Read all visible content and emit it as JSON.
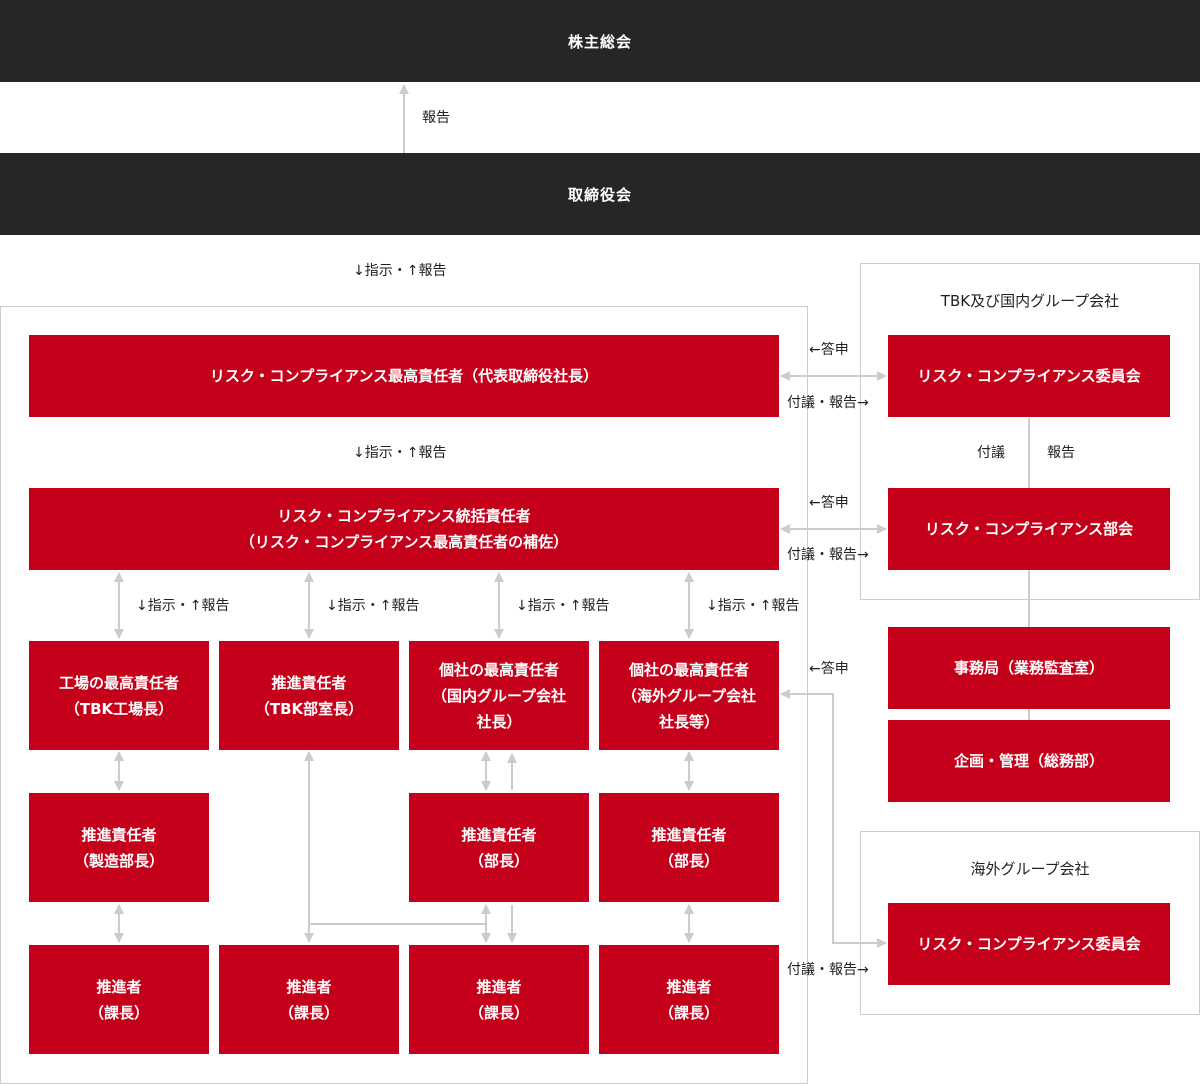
{
  "top_bars": {
    "shareholders": "株主総会",
    "board": "取締役会"
  },
  "groups": {
    "domestic_title": "TBK及び国内グループ会社",
    "overseas_title": "海外グループ会社"
  },
  "boxes": {
    "cco": "リスク・コンプライアンス最高責任者（代表取締役社長）",
    "general_manager_line1": "リスク・コンプライアンス統括責任者",
    "general_manager_line2": "（リスク・コンプライアンス最高責任者の補佐）",
    "committee": "リスク・コンプライアンス委員会",
    "subcommittee": "リスク・コンプライアンス部会",
    "secretariat": "事務局（業務監査室）",
    "planning": "企画・管理（総務部）",
    "overseas_committee": "リスク・コンプライアンス委員会",
    "factory_head_line1": "工場の最高責任者",
    "factory_head_line2": "（TBK工場長）",
    "promoter_tbk_line1": "推進責任者",
    "promoter_tbk_line2": "（TBK部室長）",
    "domestic_head_line1": "個社の最高責任者",
    "domestic_head_line2": "（国内グループ会社",
    "domestic_head_line3": "社長）",
    "overseas_head_line1": "個社の最高責任者",
    "overseas_head_line2": "（海外グループ会社",
    "overseas_head_line3": "社長等）",
    "promoter_mfg_line1": "推進責任者",
    "promoter_mfg_line2": "（製造部長）",
    "promoter_dept_a_line1": "推進責任者",
    "promoter_dept_a_line2": "（部長）",
    "promoter_dept_b_line1": "推進責任者",
    "promoter_dept_b_line2": "（部長）",
    "agent_1_line1": "推進者",
    "agent_1_line2": "（課長）",
    "agent_2_line1": "推進者",
    "agent_2_line2": "（課長）",
    "agent_3_line1": "推進者",
    "agent_3_line2": "（課長）",
    "agent_4_line1": "推進者",
    "agent_4_line2": "（課長）"
  },
  "labels": {
    "report": "報告",
    "instruct_report": "↓指示・↑報告",
    "reply": "←答申",
    "refer_report": "付議・報告→",
    "refer": "付議"
  },
  "colors": {
    "bar": "#262626",
    "box": "#c4001a",
    "frame": "#cccccc",
    "line": "#cccccc"
  }
}
